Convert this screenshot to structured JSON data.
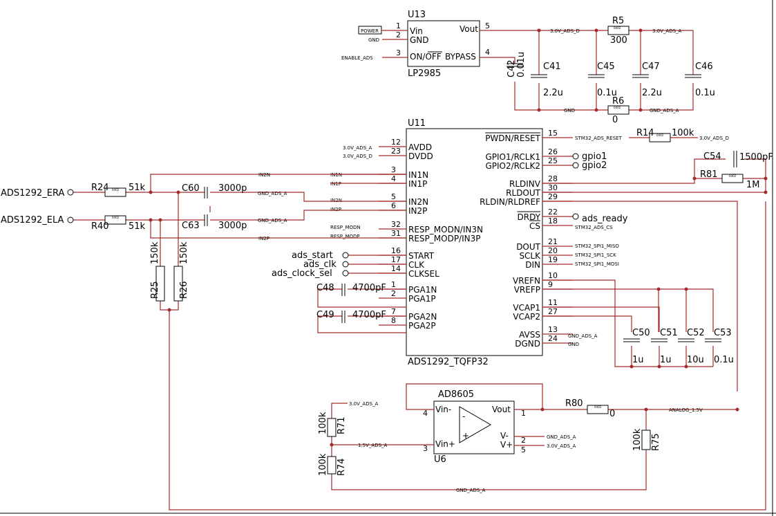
{
  "u13": {
    "ref": "U13",
    "part": "LP2985",
    "vin": "Vin",
    "gnd": "GND",
    "onoff": "ON/OFF",
    "off_bar": "OFF",
    "vout": "Vout",
    "bypass": "BYPASS",
    "p1": "1",
    "p2": "2",
    "p3": "3",
    "p4": "4",
    "p5": "5"
  },
  "u11": {
    "ref": "U11",
    "part": "ADS1292_TQFP32",
    "left": [
      [
        "12",
        "AVDD"
      ],
      [
        "23",
        "DVDD"
      ],
      [
        "3",
        "IN1N"
      ],
      [
        "4",
        "IN1P"
      ],
      [
        "5",
        "IN2N"
      ],
      [
        "6",
        "IN2P"
      ],
      [
        "32",
        "RESP_MODN/IN3N"
      ],
      [
        "31",
        "RESP_MODP/IN3P"
      ],
      [
        "16",
        "START"
      ],
      [
        "17",
        "CLK"
      ],
      [
        "14",
        "CLKSEL"
      ],
      [
        "1",
        "PGA1N"
      ],
      [
        "2",
        "PGA1P"
      ],
      [
        "7",
        "PGA2N"
      ],
      [
        "8",
        "PGA2P"
      ]
    ],
    "right": [
      [
        "15",
        "PWDN/RESET"
      ],
      [
        "26",
        "GPIO1/RCLK1"
      ],
      [
        "25",
        "GPIO2/RCLK2"
      ],
      [
        "28",
        "RLDINV"
      ],
      [
        "30",
        "RLDOUT"
      ],
      [
        "29",
        "RLDIN/RLDREF"
      ],
      [
        "22",
        "DRDY"
      ],
      [
        "18",
        "CS"
      ],
      [
        "21",
        "DOUT"
      ],
      [
        "20",
        "SCLK"
      ],
      [
        "19",
        "DIN"
      ],
      [
        "10",
        "VREFN"
      ],
      [
        "9",
        "VREFP"
      ],
      [
        "11",
        "VCAP1"
      ],
      [
        "27",
        "VCAP2"
      ],
      [
        "13",
        "AVSS"
      ],
      [
        "24",
        "DGND"
      ]
    ]
  },
  "u6": {
    "ref": "U6",
    "part": "AD8605",
    "vinm": "Vin-",
    "vinp": "Vin+",
    "vout": "Vout",
    "vm": "V-",
    "vp": "V+",
    "minus": "-",
    "plus": "+",
    "p4": "4",
    "p3": "3",
    "p1": "1",
    "p2": "2",
    "p5": "5"
  },
  "components": {
    "r5": {
      "ref": "R5",
      "val": "300"
    },
    "r6": {
      "ref": "R6",
      "val": "0"
    },
    "r14": {
      "ref": "R14",
      "val": "100k"
    },
    "r81": {
      "ref": "R81",
      "val": "1M"
    },
    "r24": {
      "ref": "R24",
      "val": "51k"
    },
    "r40": {
      "ref": "R40",
      "val": "51k"
    },
    "r25": {
      "ref": "R25",
      "val": "150k"
    },
    "r26": {
      "ref": "R26",
      "val": "150k"
    },
    "r71": {
      "ref": "R71",
      "val": "100k"
    },
    "r74": {
      "ref": "R74",
      "val": "100k"
    },
    "r75": {
      "ref": "R75",
      "val": "100k"
    },
    "r80": {
      "ref": "R80",
      "val": "0"
    },
    "c41": {
      "ref": "C41",
      "val": "2.2u"
    },
    "c42": {
      "ref": "C42",
      "val": "0.01u"
    },
    "c45": {
      "ref": "C45",
      "val": "0.1u"
    },
    "c46": {
      "ref": "C46",
      "val": "0.1u"
    },
    "c47": {
      "ref": "C47",
      "val": "2.2u"
    },
    "c48": {
      "ref": "C48",
      "val": "4700pF"
    },
    "c49": {
      "ref": "C49",
      "val": "4700pF"
    },
    "c50": {
      "ref": "C50",
      "val": "1u"
    },
    "c51": {
      "ref": "C51",
      "val": "1u"
    },
    "c52": {
      "ref": "C52",
      "val": "10u"
    },
    "c53": {
      "ref": "C53",
      "val": "0.1u"
    },
    "c54": {
      "ref": "C54",
      "val": "1500pF"
    },
    "c60": {
      "ref": "C60",
      "val": "3000p"
    },
    "c63": {
      "ref": "C63",
      "val": "3000p"
    }
  },
  "pkg": "0402",
  "nets": {
    "power": "POWER",
    "gnd": "GND",
    "enable": "ENABLE_ADS",
    "v3a": "3.0V_ADS_A",
    "v3d": "3.0V_ADS_D",
    "gnda": "GND_ADS_A",
    "in1n": "IN1N",
    "in1p": "IN1P",
    "in2n": "IN2N",
    "in2p": "IN2P",
    "respn": "RESP_MODN",
    "respp": "RESP_MODP",
    "reset": "STM32_ADS_RESET",
    "cs": "STM32_ADS_CS",
    "miso": "STM32_SPI1_MISO",
    "sck": "STM32_SPI1_SCK",
    "mosi": "STM32_SPI1_MOSI",
    "v15": "1.5V_ADS_A",
    "analog": "ANALOG_1.5V"
  },
  "ports": {
    "era": "ADS1292_ERA",
    "ela": "ADS1292_ELA",
    "gpio1": "gpio1",
    "gpio2": "gpio2",
    "ready": "ads_ready",
    "start": "ads_start",
    "clk": "ads_clk",
    "clksel": "ads_clock_sel"
  }
}
